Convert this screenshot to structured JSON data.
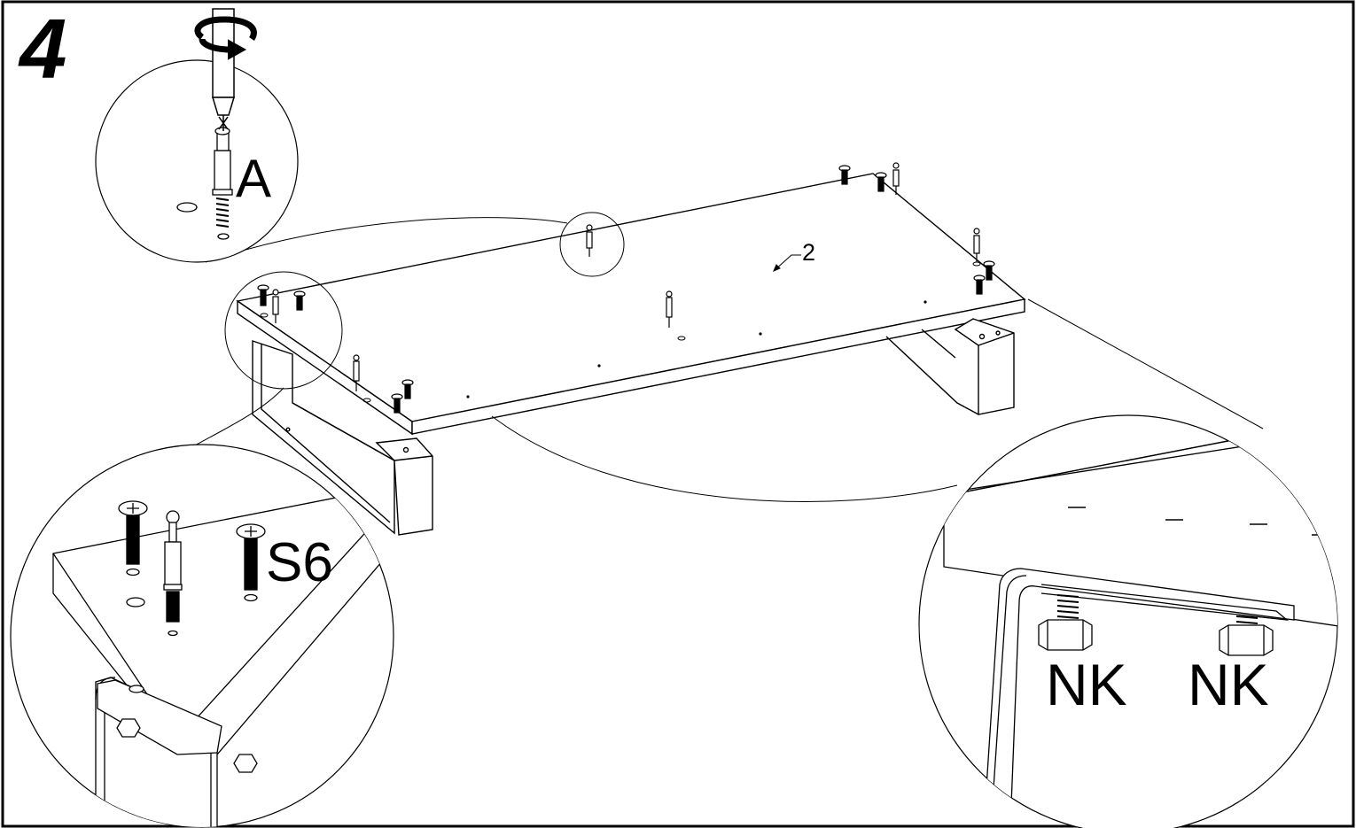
{
  "step": {
    "number": "4"
  },
  "callouts": {
    "top_left": {
      "label": "A"
    },
    "bottom_left": {
      "label": "S6"
    },
    "bottom_right": {
      "label_left": "NK",
      "label_right": "NK"
    }
  },
  "parts": {
    "panel_number": "2"
  },
  "colors": {
    "line": "#000000",
    "background": "#ffffff"
  },
  "icons": [
    "screwdriver-icon",
    "rotate-arrow-icon",
    "cam-bolt-icon",
    "screw-icon",
    "hex-nut-icon"
  ]
}
